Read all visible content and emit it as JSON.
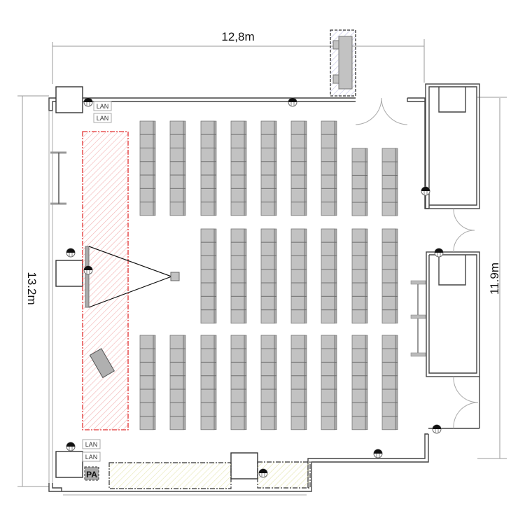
{
  "dimensions": {
    "top_width": "12,8m",
    "left_height": "13.2m",
    "right_height": "11.9m"
  },
  "labels": {
    "lan_top_1": "LAN",
    "lan_top_2": "LAN",
    "lan_bottom_1": "LAN",
    "lan_bottom_2": "LAN",
    "pa": "PA"
  },
  "seating": {
    "block_front_columns": 9,
    "block_front_full_columns": 7,
    "block_front_rows": 7,
    "block_front_short_rows": 5,
    "block_middle_columns": 7,
    "block_middle_rows": 7,
    "block_back_columns": 9,
    "block_back_rows": 7
  },
  "colors": {
    "stage_area": "#e23030",
    "bottom_zone": "#e8e8b0",
    "seat": "#c2c2c2",
    "control_zone": "#b0b0e0"
  }
}
